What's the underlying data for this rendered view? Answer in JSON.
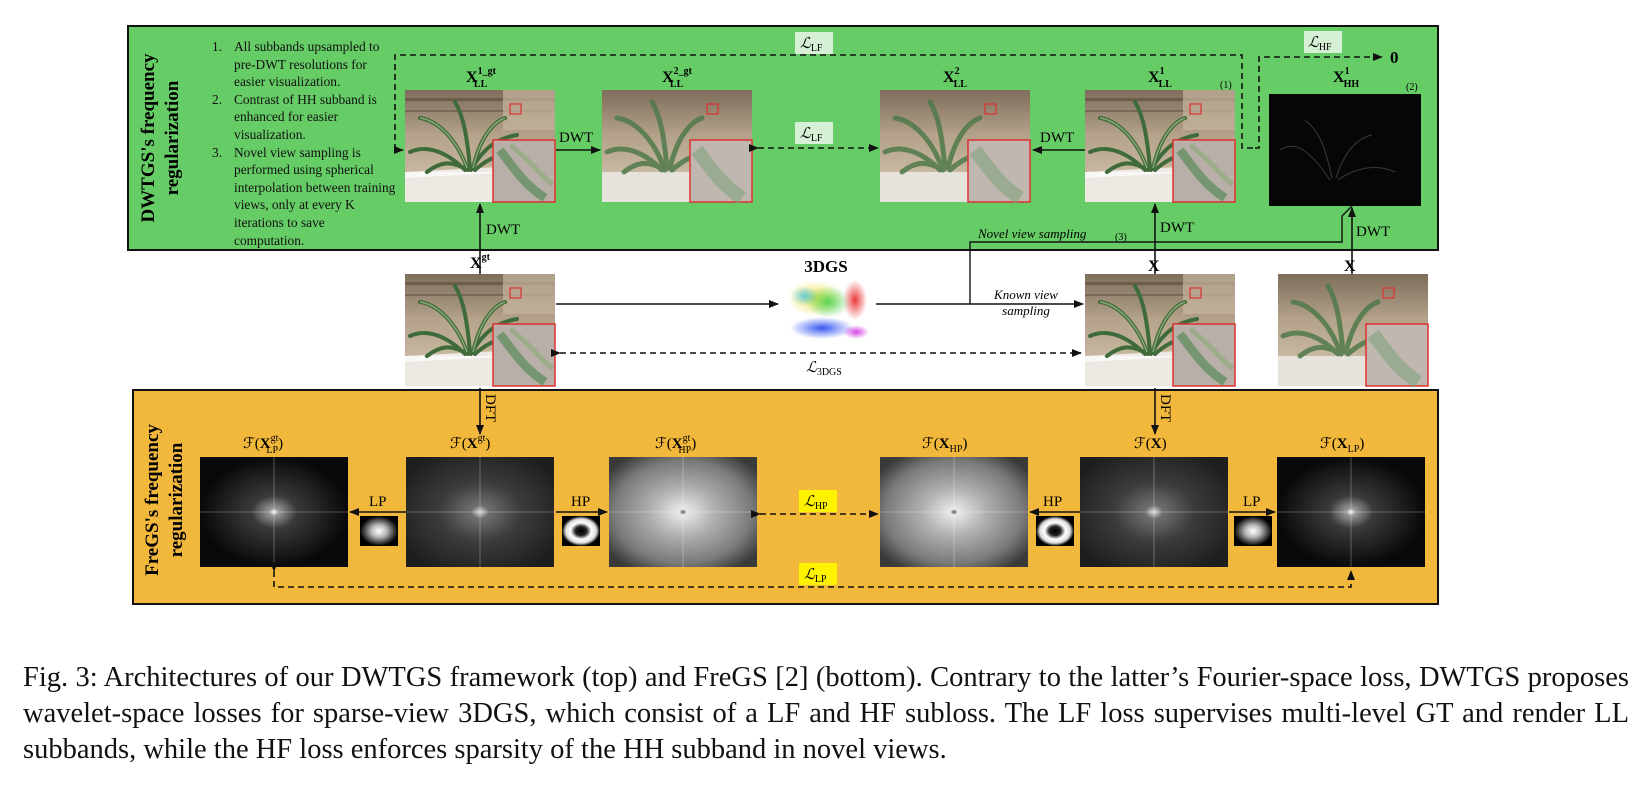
{
  "top_panel": {
    "title_line1": "DWTGS's frequency",
    "title_line2": "regularization",
    "notes": [
      {
        "num": "1.",
        "text": "All subbands upsampled to pre-DWT resolutions for easier visualization."
      },
      {
        "num": "2.",
        "text": "Contrast of HH subband is enhanced for easier visualization."
      },
      {
        "num": "3.",
        "text": "Novel view sampling is performed using spherical interpolation between training views, only at every K iterations to save computation."
      }
    ],
    "images": [
      {
        "label": "X",
        "sub": "LL",
        "sup": "1_gt"
      },
      {
        "label": "X",
        "sub": "LL",
        "sup": "2_gt"
      },
      {
        "label": "X",
        "sub": "LL",
        "sup": "2"
      },
      {
        "label": "X",
        "sub": "LL",
        "sup": "1"
      },
      {
        "label": "X",
        "sub": "HH",
        "sup": "1"
      }
    ],
    "marker_1": "(1)",
    "marker_2": "(2)",
    "marker_3": "(3)",
    "losses": {
      "lf_top": "ℒ",
      "lf_top_sub": "LF",
      "hf": "ℒ",
      "hf_sub": "HF",
      "zero": "0"
    },
    "ops": {
      "dwt": "DWT"
    },
    "novel_view": "Novel view sampling"
  },
  "middle": {
    "xgt_label": "X",
    "xgt_sup": "gt",
    "model": "3DGS",
    "known_view_line1": "Known view",
    "known_view_line2": "sampling",
    "x_label": "X",
    "loss_3dgs": "ℒ",
    "loss_3dgs_sub": "3DGS"
  },
  "bottom_panel": {
    "title_line1": "FreGS's frequency",
    "title_line2": "regularization",
    "dft": "DFT",
    "spectra": [
      {
        "fn": "ℱ(",
        "label": "X",
        "sub": "LP",
        "sup": "gt",
        "close": ")"
      },
      {
        "fn": "ℱ(",
        "label": "X",
        "sub": "",
        "sup": "gt",
        "close": ")"
      },
      {
        "fn": "ℱ(",
        "label": "X",
        "sub": "HP",
        "sup": "gt",
        "close": ")"
      },
      {
        "fn": "ℱ(",
        "label": "X",
        "sub": "HP",
        "sup": "",
        "close": ")"
      },
      {
        "fn": "ℱ(",
        "label": "X",
        "sub": "",
        "sup": "",
        "close": ")"
      },
      {
        "fn": "ℱ(",
        "label": "X",
        "sub": "LP",
        "sup": "",
        "close": ")"
      }
    ],
    "filters": {
      "lp": "LP",
      "hp": "HP"
    },
    "losses": {
      "hp": "ℒ",
      "hp_sub": "HP",
      "lp": "ℒ",
      "lp_sub": "LP"
    }
  },
  "colors": {
    "green": "#66cc66",
    "orange": "#f2b83c",
    "highlight_green": "#d6f0d6",
    "highlight_yellow": "#fff200",
    "inset_red": "#e03030"
  },
  "caption": "Fig. 3: Architectures of our DWTGS framework (top) and FreGS [2] (bottom). Contrary to the latter’s Fourier-space loss, DWTGS proposes wavelet-space losses for sparse-view 3DGS, which consist of a LF and HF subloss. The LF loss supervises multi-level GT and render LL subbands, while the HF loss enforces sparsity of the HH subband in novel views."
}
